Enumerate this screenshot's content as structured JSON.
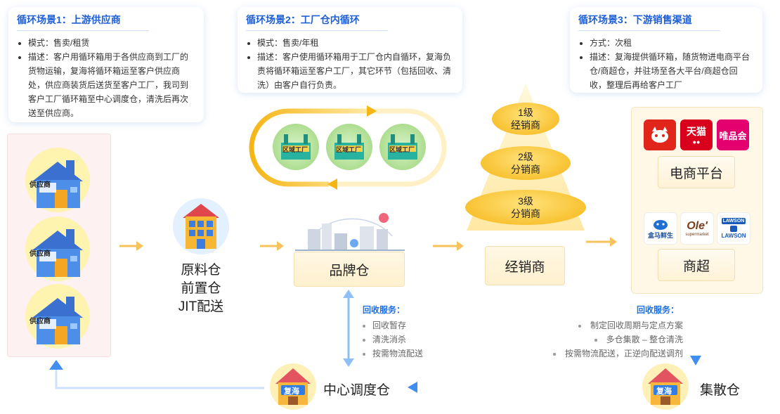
{
  "scenario1": {
    "title": "循环场景1：上游供应商",
    "items": [
      "模式：售卖/租赁",
      "描述：客户用循环箱用于各供应商到工厂的货物运输，复海将循环箱运至客户供应商处，供应商装货后送货至客户工厂，我司到客户工厂循环箱至中心调度仓，清洗后再次送至供应商。"
    ]
  },
  "scenario2": {
    "title": "循环场景2：工厂仓内循环",
    "items": [
      "模式：售卖/年租",
      "描述：客户使用循环箱用于工厂仓内自循环，复海负责将循环箱运至客户工厂，其它环节（包括回收、清洗）由客户自行负责。"
    ]
  },
  "scenario3": {
    "title": "循环场景3：下游销售渠道",
    "items": [
      "方式：次租",
      "描述：复海提供循环箱，随货物进电商平台仓/商超仓，并驻场至各大平台/商超仓回收，整理后再给客户工厂"
    ]
  },
  "supplier": {
    "tag": "供应商"
  },
  "raw_warehouse": {
    "lines": [
      "原料仓",
      "前置仓",
      "JIT配送"
    ]
  },
  "factory": {
    "tag": "区域工厂"
  },
  "brand_warehouse": {
    "label": "品牌仓"
  },
  "pyramid": {
    "level1": [
      "1级",
      "经销商"
    ],
    "level2": [
      "2级",
      "分销商"
    ],
    "level3": [
      "3级",
      "分销商"
    ]
  },
  "dealer": {
    "label": "经销商"
  },
  "ecommerce": {
    "label": "电商平台",
    "logos": [
      "天猫",
      "唯品会"
    ]
  },
  "supermarket": {
    "label": "商超",
    "logos": [
      "盒马鲜生",
      "Ole'",
      "supermarket",
      "LAWSON",
      "LAWSON"
    ]
  },
  "recycle_left": {
    "title": "回收服务：",
    "items": [
      "回收暂存",
      "清洗消杀",
      "按需物流配送"
    ]
  },
  "recycle_right": {
    "title": "回收服务：",
    "items": [
      "制定回收周期与定点方案",
      "多仓集散 – 整仓清洗",
      "按需物流配送，正逆向配送调剂"
    ]
  },
  "center_warehouse": {
    "label": "中心调度仓",
    "badge": "复海"
  },
  "hub_warehouse": {
    "label": "集散仓",
    "badge": "复海"
  },
  "colors": {
    "accent": "#1f5fd6",
    "arrow_orange": "#f7c35c",
    "arrow_blue": "#3f8ef0"
  }
}
